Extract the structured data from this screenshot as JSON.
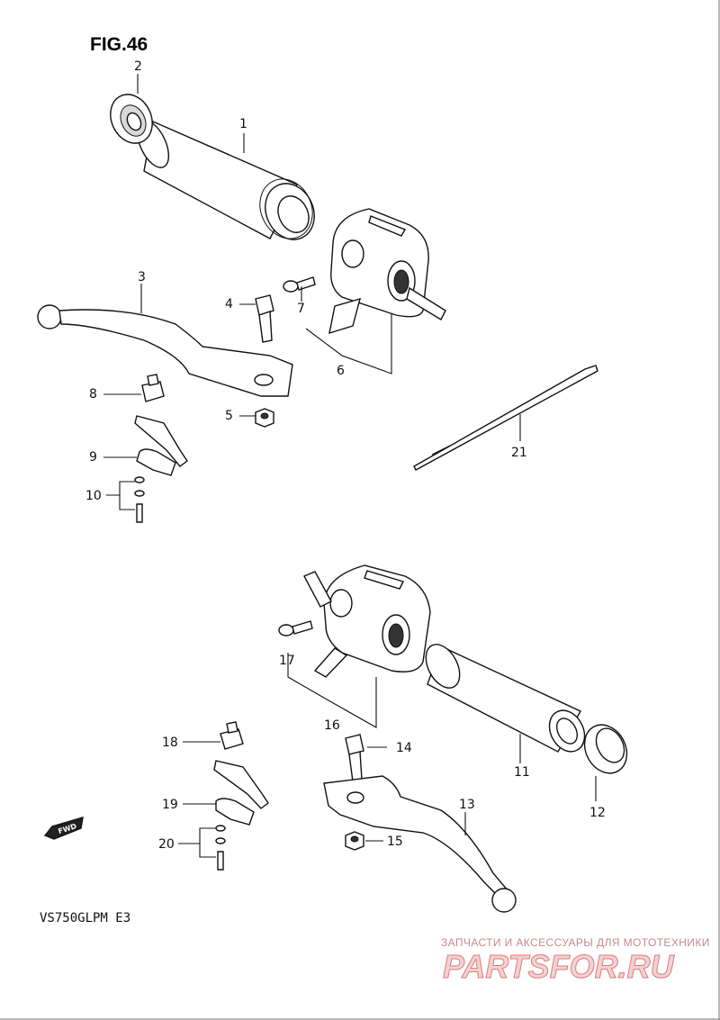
{
  "figure": {
    "title": "FIG.46",
    "model": "VS750GLPM  E3",
    "direction_badge": "FWD"
  },
  "callouts": [
    "1",
    "2",
    "3",
    "4",
    "5",
    "6",
    "7",
    "8",
    "9",
    "10",
    "11",
    "12",
    "13",
    "14",
    "15",
    "16",
    "17",
    "18",
    "19",
    "20",
    "21"
  ],
  "watermark": {
    "tagline": "ЗАПЧАСТИ И АКСЕССУАРЫ ДЛЯ МОТОТЕХНИКИ",
    "logo": "PARTSFOR.RU"
  }
}
